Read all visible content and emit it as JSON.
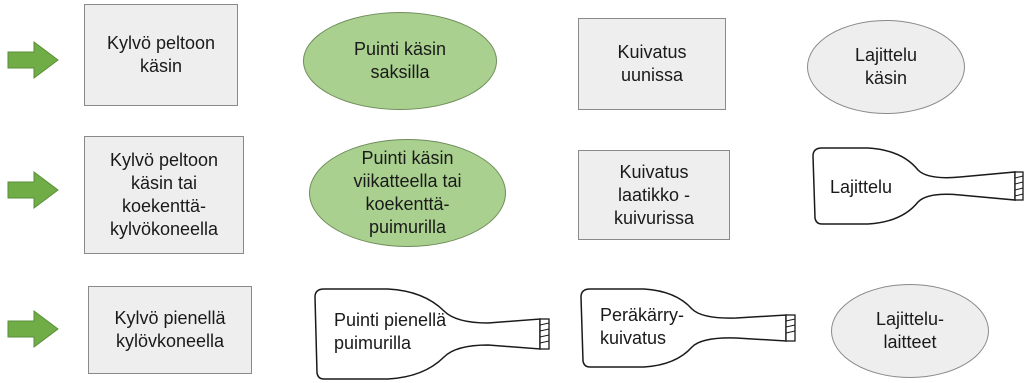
{
  "colors": {
    "green_fill": "#a9d08e",
    "grey_fill": "#eeeeee",
    "arrow_fill": "#70ad47"
  },
  "rows": [
    {
      "sowing": "Kylvö peltoon\nkäsin",
      "threshing": "Puinti käsin\nsaksilla",
      "drying": "Kuivatus\nuunissa",
      "sorting": "Lajittelu\nkäsin"
    },
    {
      "sowing": "Kylvö peltoon\nkäsin tai\nkoekenttä-\nkylvökoneella",
      "threshing": "Puinti käsin\nviikatteella tai\nkoekenttä-\npuimurilla",
      "drying": "Kuivatus\nlaatikko -\nkuivurissa",
      "sorting": "Lajittelu"
    },
    {
      "sowing": "Kylvö pienellä\nkylövkoneella",
      "threshing": "Puinti pienellä\npuimurilla",
      "drying": "Peräkärry-\nkuivatus",
      "sorting": "Lajittelu-\nlaitteet"
    }
  ]
}
